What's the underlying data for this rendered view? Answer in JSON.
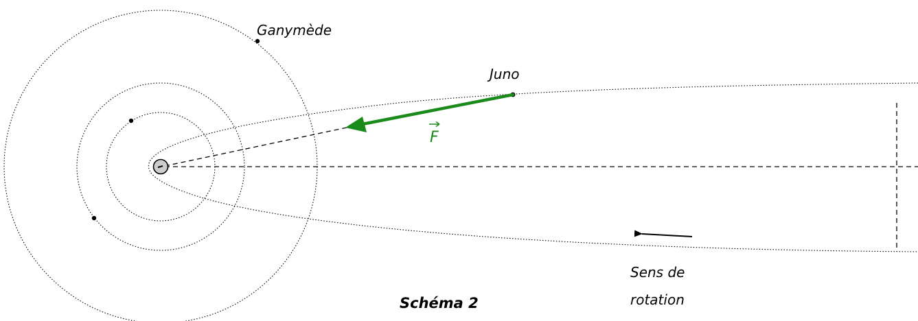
{
  "labels": {
    "ganymede": "Ganymède",
    "juno": "Juno",
    "force": "F",
    "rotation_line1": "Sens de",
    "rotation_line2": "rotation",
    "title": "Schéma 2"
  },
  "colors": {
    "force_vector": "#1a8a1a",
    "lines": "#000000",
    "planet_fill": "#cccccc"
  }
}
